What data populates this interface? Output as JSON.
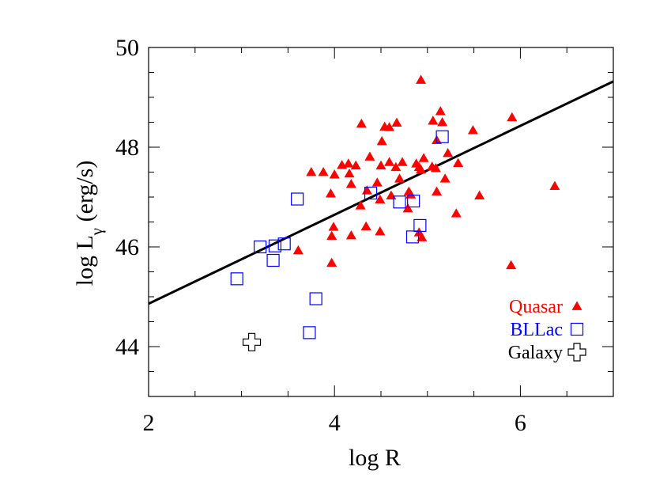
{
  "chart_data": {
    "type": "scatter",
    "xlabel": "log R",
    "ylabel": {
      "main": "log L",
      "sub": "γ",
      "unit": " (erg/s)"
    },
    "xlim": [
      2,
      7
    ],
    "ylim": [
      43,
      50
    ],
    "x_ticks": [
      2,
      4,
      6
    ],
    "y_ticks": [
      44,
      46,
      48,
      50
    ],
    "x_minor_step": 0.5,
    "y_minor_step": 0.5,
    "grid": false,
    "legend_position": "bottom-right",
    "series": [
      {
        "name": "Quasar",
        "marker": "filled-triangle",
        "color": "#ff0000",
        "points": [
          [
            4.93,
            49.35
          ],
          [
            5.14,
            48.72
          ],
          [
            4.29,
            48.47
          ],
          [
            4.54,
            48.41
          ],
          [
            4.59,
            48.4
          ],
          [
            4.67,
            48.49
          ],
          [
            5.06,
            48.53
          ],
          [
            5.16,
            48.5
          ],
          [
            5.49,
            48.34
          ],
          [
            5.91,
            48.6
          ],
          [
            4.51,
            48.12
          ],
          [
            5.1,
            48.14
          ],
          [
            5.22,
            47.88
          ],
          [
            4.96,
            47.78
          ],
          [
            4.59,
            47.7
          ],
          [
            4.73,
            47.7
          ],
          [
            4.38,
            47.81
          ],
          [
            4.15,
            47.67
          ],
          [
            4.08,
            47.64
          ],
          [
            4.23,
            47.63
          ],
          [
            4.5,
            47.63
          ],
          [
            4.66,
            47.6
          ],
          [
            4.88,
            47.67
          ],
          [
            4.91,
            47.6
          ],
          [
            5.05,
            47.61
          ],
          [
            5.09,
            47.58
          ],
          [
            5.33,
            47.68
          ],
          [
            3.75,
            47.5
          ],
          [
            3.88,
            47.5
          ],
          [
            4.0,
            47.45
          ],
          [
            4.16,
            47.47
          ],
          [
            4.18,
            47.26
          ],
          [
            4.46,
            47.29
          ],
          [
            4.7,
            47.37
          ],
          [
            4.93,
            47.55
          ],
          [
            5.19,
            47.37
          ],
          [
            3.96,
            47.07
          ],
          [
            4.35,
            47.13
          ],
          [
            4.61,
            47.03
          ],
          [
            4.8,
            47.11
          ],
          [
            4.82,
            47.05
          ],
          [
            5.1,
            47.11
          ],
          [
            5.56,
            47.03
          ],
          [
            6.37,
            47.22
          ],
          [
            4.28,
            46.83
          ],
          [
            4.49,
            46.95
          ],
          [
            4.79,
            46.77
          ],
          [
            5.31,
            46.67
          ],
          [
            3.99,
            46.4
          ],
          [
            4.34,
            46.41
          ],
          [
            4.49,
            46.31
          ],
          [
            4.91,
            46.29
          ],
          [
            3.97,
            46.22
          ],
          [
            4.18,
            46.23
          ],
          [
            4.94,
            46.19
          ],
          [
            3.61,
            45.93
          ],
          [
            3.97,
            45.68
          ],
          [
            5.9,
            45.63
          ]
        ]
      },
      {
        "name": "BLLac",
        "marker": "open-square",
        "color": "#0000ff",
        "points": [
          [
            5.16,
            48.21
          ],
          [
            4.39,
            47.08
          ],
          [
            4.7,
            46.9
          ],
          [
            4.85,
            46.92
          ],
          [
            3.6,
            46.96
          ],
          [
            4.92,
            46.43
          ],
          [
            4.84,
            46.2
          ],
          [
            3.2,
            46.0
          ],
          [
            3.36,
            46.02
          ],
          [
            3.46,
            46.06
          ],
          [
            3.34,
            45.73
          ],
          [
            2.95,
            45.36
          ],
          [
            3.8,
            44.96
          ],
          [
            3.73,
            44.28
          ]
        ]
      },
      {
        "name": "Galaxy",
        "marker": "open-cross",
        "color": "#000000",
        "points": [
          [
            3.11,
            44.09
          ]
        ]
      }
    ],
    "fit_line": {
      "color": "#000000",
      "points": [
        [
          2,
          44.86
        ],
        [
          7,
          49.32
        ]
      ]
    }
  }
}
